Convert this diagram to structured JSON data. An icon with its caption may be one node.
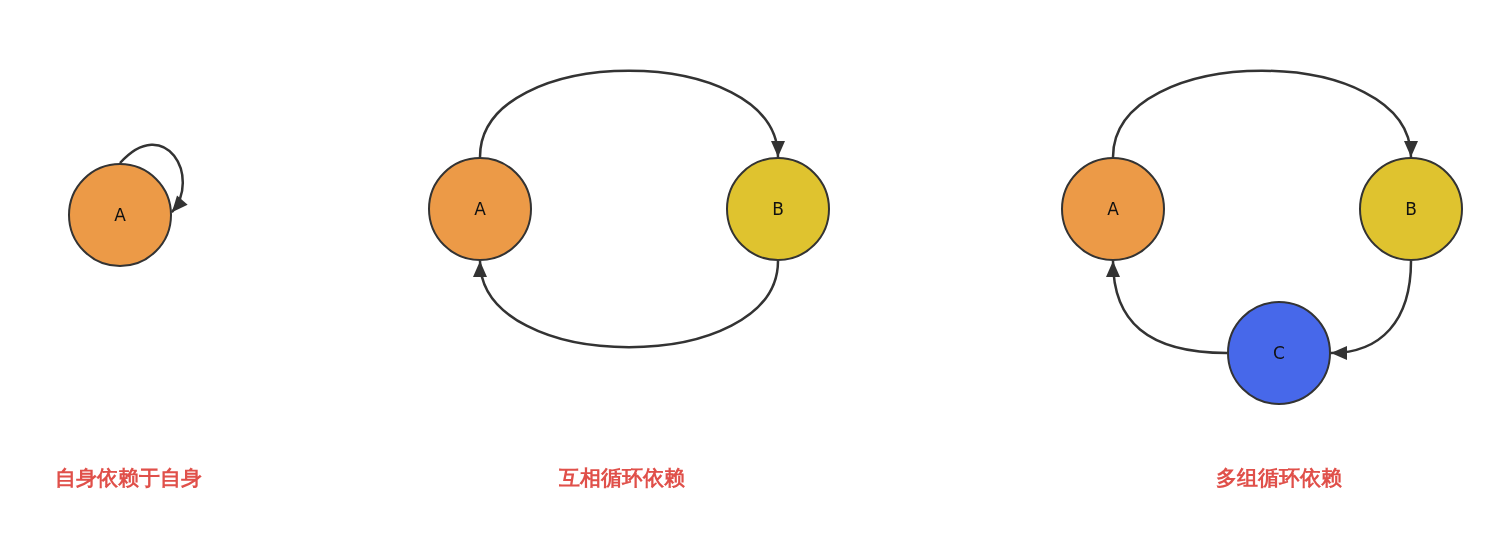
{
  "diagram": {
    "nodes": [
      {
        "text": [
          "A"
        ]
      },
      {
        "text": [
          "A"
        ]
      },
      {
        "text": [
          "B"
        ]
      },
      {
        "text": [
          "A"
        ]
      },
      {
        "text": [
          "B"
        ]
      },
      {
        "text": [
          "C"
        ]
      }
    ],
    "edges": [
      {
        "from": 0,
        "to": 0,
        "arrow": "to"
      },
      {
        "from": 1,
        "to": 2,
        "arrow": "to"
      },
      {
        "from": 2,
        "to": 1,
        "arrow": "to"
      },
      {
        "from": 3,
        "to": 4,
        "arrow": "to"
      },
      {
        "from": 4,
        "to": 5,
        "arrow": "to"
      },
      {
        "from": 5,
        "to": 3,
        "arrow": "to"
      }
    ],
    "labels": [
      "自身依赖于自身",
      "互相循环依赖",
      "多组循环依赖"
    ]
  }
}
